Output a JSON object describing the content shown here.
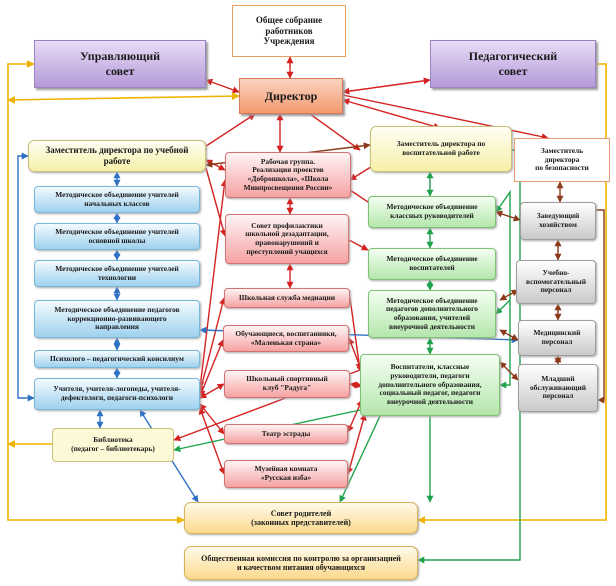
{
  "nodes": {
    "general_meeting": "Общее собрание\nработников\nУчреждения",
    "managing_council": "Управляющий\nсовет",
    "pedagogical_council": "Педагогический\nсовет",
    "director": "Директор",
    "deputy_academic": "Заместитель директора по учебной работе",
    "deputy_educational": "Заместитель директора по\nвоспитательной работе",
    "deputy_safety": "Заместитель\nдиректора\nпо безопасности",
    "working_group": "Рабочая группа.\nРеализация проектов\n«Доброшкола», «Школа\nМинпросвещения России»",
    "mo_primary": "Методическое объединение учителей\nначальных классов",
    "mo_basic": "Методическое объединение учителей\nосновной школы",
    "mo_technology": "Методическое объединение учителей\nтехнологии",
    "mo_correctional": "Методическое объединение педагогов\nкоррекционно-развивающего\nнаправления",
    "ppk": "Психолого – педагогический консилиум",
    "teachers": "Учителя,  учителя-логопеды, учителя-\nдефектологи, педагоги-психологи",
    "library": "Библиотека\n(педагог – библиотекарь)",
    "prevention_council": "Совет  профилактики\nшкольной дезадаптации,\nправонарушений и\nпреступлений учащихся",
    "mediation": "Школьная служба медиации",
    "movement": "Обучающиеся, воспитанники,\n«Маленькая страна»",
    "sports_club": "Школьный спортивный\nклуб \"Радуга\"",
    "theatre": "Театр эстрады",
    "museum": "Музейная комната\n«Русская изба»",
    "mo_class_leaders": "Методическое объединение\nклассных руководителей",
    "mo_educators": "Методическое объединение\nвоспитателей",
    "mo_additional": "Методическое объединение\nпедагогов дополнительного\nобразования, учителей\nвнеурочной деятельности",
    "educators_group": "Воспитатели, классные\nруководители, педагоги\nдополнительного образования,\nсоциальный педагог, педагоги\nвнеурочной деятельности",
    "head_household": "Заведующий\nхозяйством",
    "support_staff": "Учебно-\nвспомогательный\nперсонал",
    "medical_staff": "Медицинский\nперсонал",
    "junior_staff": "Младший\nобслуживающий\nперсонал",
    "parents_council": "Совет родителей\n(законных представителей)",
    "nutrition_commission": "Общественная комиссия по контролю за организацией\nи качеством питания обучающихся"
  },
  "colors": {
    "red_arrow": "#d42222",
    "blue_arrow": "#2f72c4",
    "green_arrow": "#1fa34a",
    "yellow_arrow": "#f0b400",
    "brown_arrow": "#8b3a1a"
  }
}
